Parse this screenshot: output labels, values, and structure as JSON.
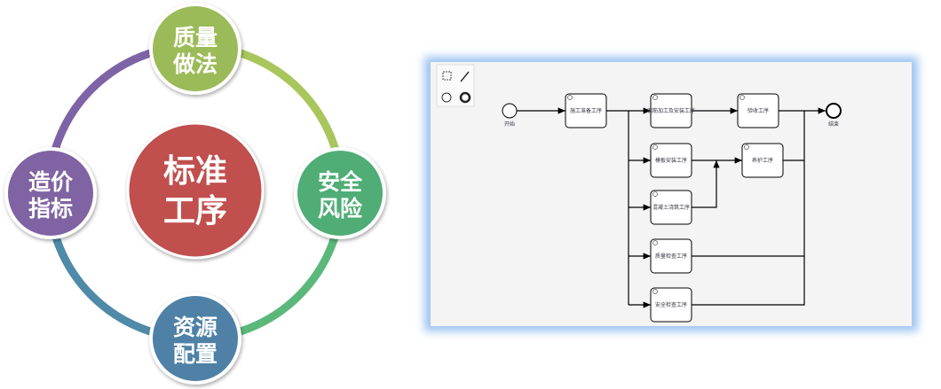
{
  "cycle": {
    "center": [
      "标准",
      "工序"
    ],
    "nodes": [
      {
        "lines": [
          "质量",
          "做法"
        ],
        "color": "#9bbb59"
      },
      {
        "lines": [
          "安全",
          "风险"
        ],
        "color": "#4fad75"
      },
      {
        "lines": [
          "资源",
          "配置"
        ],
        "color": "#4f81a6"
      },
      {
        "lines": [
          "造价",
          "指标"
        ],
        "color": "#8064a2"
      }
    ],
    "center_color": "#c0504d"
  },
  "flow": {
    "start_label": "开始",
    "end_label": "结束",
    "tasks": [
      "施工准备工序",
      "钢筋加工及安装工序",
      "模板安装工序",
      "混凝土浇筑工序",
      "养护工序",
      "质量检查工序",
      "安全检查工序",
      "验收工序"
    ]
  }
}
